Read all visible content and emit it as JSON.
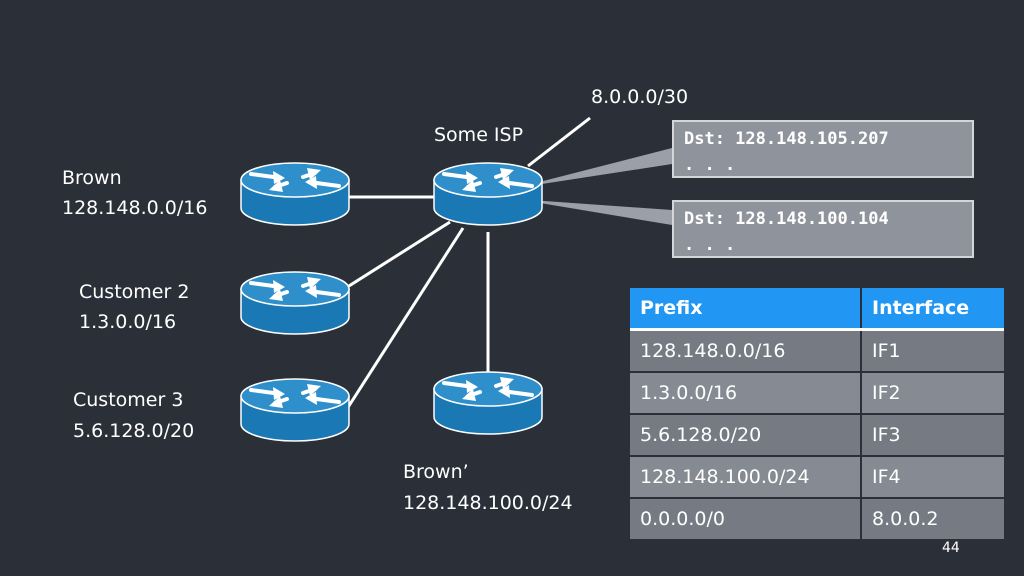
{
  "isp": {
    "name": "Some ISP"
  },
  "default_route": {
    "label": "8.0.0.0/30"
  },
  "brown": {
    "name": "Brown",
    "prefix": "128.148.0.0/16"
  },
  "customer2": {
    "name": "Customer 2",
    "prefix": "1.3.0.0/16"
  },
  "customer3": {
    "name": "Customer 3",
    "prefix": "5.6.128.0/20"
  },
  "brown_prime": {
    "name": "Brown’",
    "prefix": "128.148.100.0/24"
  },
  "packets": [
    {
      "dst": "Dst: 128.148.105.207",
      "more": ". . ."
    },
    {
      "dst": "Dst: 128.148.100.104",
      "more": ". . ."
    }
  ],
  "routing_table": {
    "headers": [
      "Prefix",
      "Interface"
    ],
    "rows": [
      [
        "128.148.0.0/16",
        "IF1"
      ],
      [
        "1.3.0.0/16",
        "IF2"
      ],
      [
        "5.6.128.0/20",
        "IF3"
      ],
      [
        "128.148.100.0/24",
        "IF4"
      ],
      [
        "0.0.0.0/0",
        "8.0.0.2"
      ]
    ]
  },
  "slide": {
    "page_number": "44"
  },
  "colors": {
    "background": "#2b2f38",
    "router_body": "#1a78b4",
    "router_top": "#2e8fcb",
    "table_header": "#2196f3",
    "table_row_light": "#868a92",
    "table_row_dark": "#757a83",
    "packet_fill": "#8f939b"
  },
  "icons": [
    "router-icon"
  ]
}
